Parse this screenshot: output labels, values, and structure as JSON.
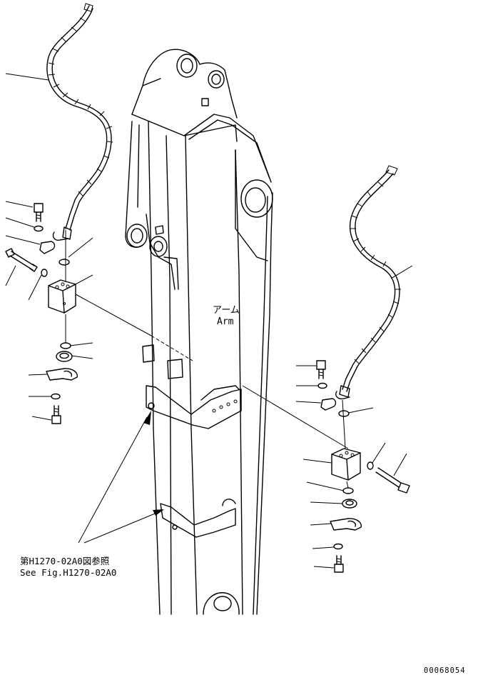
{
  "arm_label": {
    "ja": "アーム",
    "en": "Arm"
  },
  "reference_note": {
    "ja": "第H1270-02A0図参照",
    "en": "See Fig.H1270-02A0"
  },
  "doc_number": "00068054",
  "colors": {
    "line": "#000000",
    "background": "#ffffff"
  }
}
